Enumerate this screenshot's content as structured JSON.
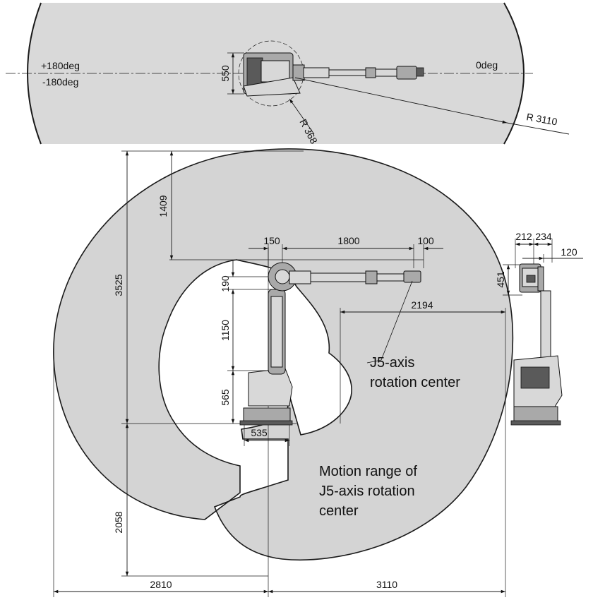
{
  "top_view": {
    "angle_left_top": "+180deg",
    "angle_left_bottom": "-180deg",
    "angle_right": "0deg",
    "dim_width": "550",
    "radius_small": "R 368",
    "radius_large": "R 3110"
  },
  "side_view": {
    "dim_1409": "1409",
    "dim_3525": "3525",
    "dim_150": "150",
    "dim_1800": "1800",
    "dim_100": "100",
    "dim_190": "190",
    "dim_2194": "2194",
    "dim_1150": "1150",
    "dim_565": "565",
    "dim_535": "535",
    "dim_2058": "2058",
    "dim_2810": "2810",
    "dim_3110": "3110",
    "label_j5_line1": "J5-axis",
    "label_j5_line2": "rotation center",
    "label_range_line1": "Motion range of",
    "label_range_line2": "J5-axis rotation",
    "label_range_line3": "center"
  },
  "front_view": {
    "dim_212": "212",
    "dim_234": "234",
    "dim_120": "120",
    "dim_451": "451"
  }
}
